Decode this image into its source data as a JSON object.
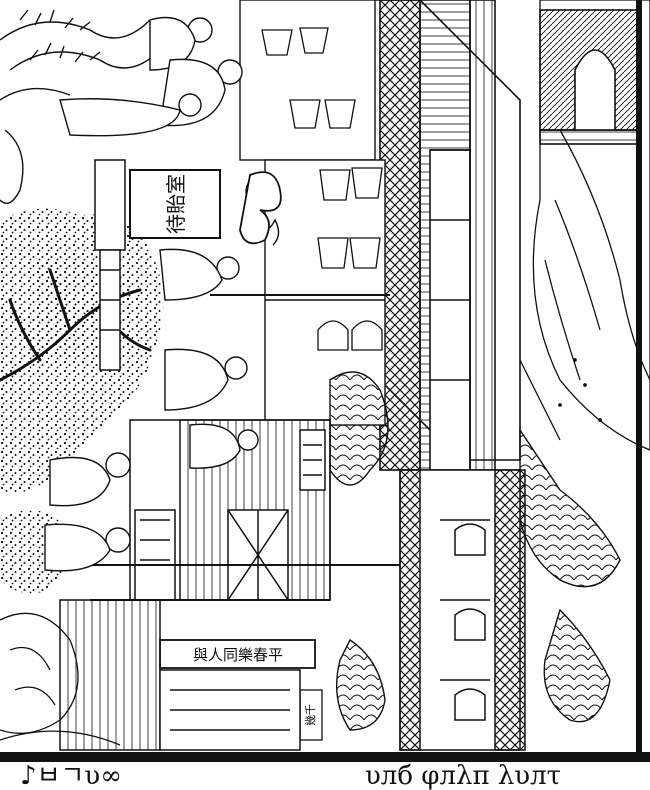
{
  "image": {
    "kind": "woodblock print illustration",
    "colors": {
      "ink": "#111111",
      "paper": "#ffffff"
    }
  },
  "signs": {
    "vertical_plaque": "待貽室",
    "horizontal_board": "與人同樂春平",
    "small_label": "幾千"
  },
  "caption": {
    "left": "♪ㅂㄱυ∞",
    "right": "υлб φлλπ λυлτ"
  }
}
